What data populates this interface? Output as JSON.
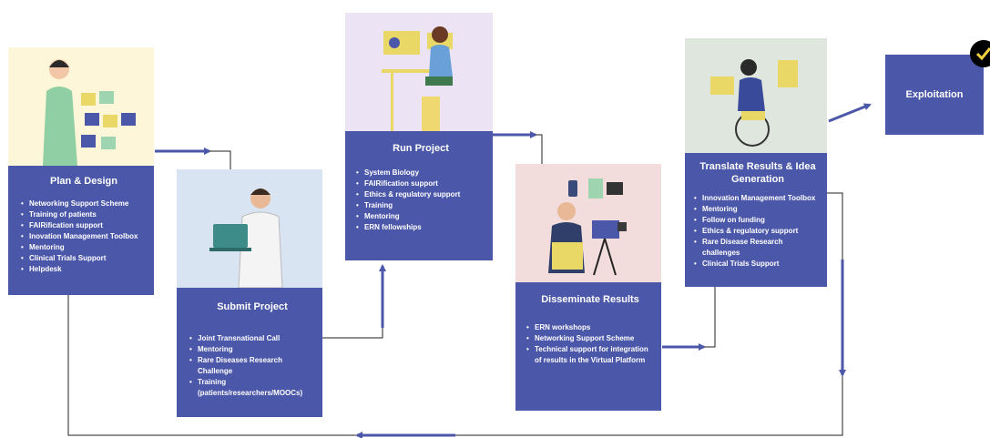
{
  "colors": {
    "panel": "#4b57a8",
    "arrow": "#4b57a8",
    "line": "#222222"
  },
  "plan": {
    "title": "Plan & Design",
    "items": [
      "Networking Support Scheme",
      "Training of patients",
      "FAIRification support",
      "Inovation Management Toolbox",
      "Mentoring",
      "Clinical Trials Support",
      "Helpdesk"
    ]
  },
  "submit": {
    "title": "Submit Project",
    "items": [
      "Joint Transnational Call",
      "Mentoring",
      "Rare Diseases Research Challenge",
      "Training (patients/researchers/MOOCs)"
    ]
  },
  "run": {
    "title": "Run Project",
    "items": [
      "System Biology",
      "FAIRification support",
      "Ethics & regulatory support",
      "Training",
      "Mentoring",
      "ERN fellowships"
    ]
  },
  "disseminate": {
    "title": "Disseminate Results",
    "items": [
      "ERN workshops",
      "Networking Support Scheme",
      "Technical support for integration of results in the Virtual Platform"
    ]
  },
  "translate": {
    "title": "Translate Results & Idea Generation",
    "items": [
      "Innovation Management Toolbox",
      "Mentoring",
      "Follow on funding",
      "Ethics & regulatory support",
      "Rare Disease Research challenges",
      "Clinical Trials Support"
    ]
  },
  "exploitation": {
    "title": "Exploitation",
    "badge_icon": "check-badge-icon"
  }
}
